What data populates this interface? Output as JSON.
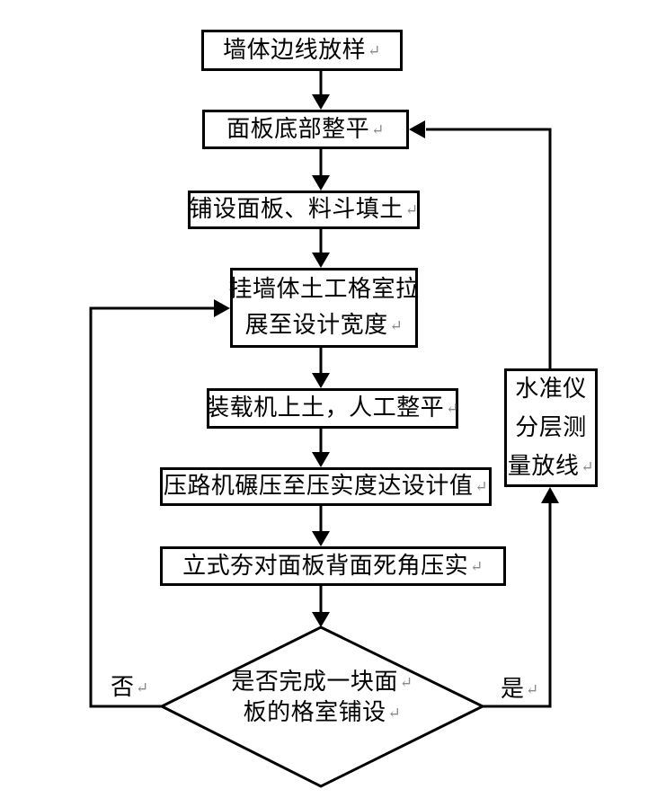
{
  "diagram": {
    "type": "flowchart",
    "background": "#ffffff",
    "line_color": "#000000",
    "paragraph_mark": "↵",
    "paragraph_mark_color": "#8a8a8a",
    "nodes": {
      "wall_edge_stakeout": {
        "label": "墙体边线放样"
      },
      "panel_bottom_leveling": {
        "label": "面板底部整平"
      },
      "lay_panel_hopper_fill": {
        "label": "铺设面板、料斗填土"
      },
      "hang_geocell": {
        "lines": [
          "挂墙体土工格室拉",
          "展至设计宽度"
        ]
      },
      "loader_soil_manual_leveling": {
        "label": "装载机上土，人工整平"
      },
      "roller_compaction": {
        "label": "压路机碾压至压实度达设计值"
      },
      "vertical_tamping": {
        "label": "立式夯对面板背面死角压实"
      },
      "decision_panel_complete": {
        "lines": [
          "是否完成一块面",
          "板的格室铺设"
        ]
      },
      "level_instrument_survey": {
        "lines": [
          "水准仪",
          "分层测",
          "量放线"
        ]
      }
    },
    "branch_labels": {
      "no": "否",
      "yes": "是"
    }
  }
}
